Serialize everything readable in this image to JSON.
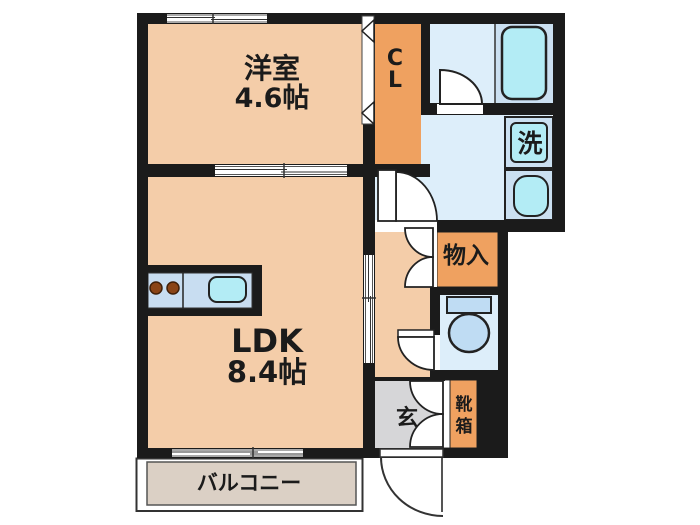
{
  "title": "1LDK apartment floor plan",
  "colors": {
    "room_peach": "#f4cda9",
    "cabinet_orange": "#efa160",
    "wet_blue": "#ddeefa",
    "fixture_blue": "#cbe0f1",
    "fixture_cyan": "#b3ecf5",
    "toilet_blue": "#bfdcf3",
    "entrance_gray": "#d6d6d8",
    "balcony_tan": "#dbd0c5",
    "counter_blue": "#c8ddf1",
    "burner_brown": "#8a4417",
    "wall_black": "#1b1b1b"
  },
  "labels": {
    "western_room_name": "洋室",
    "western_room_size": "4.6帖",
    "closet_line1": "C",
    "closet_line2": "L",
    "washer": "洗",
    "storage": "物入",
    "ldk_name": "LDK",
    "ldk_size": "8.4帖",
    "entrance": "玄",
    "shoe_box_line1": "靴",
    "shoe_box_line2": "箱",
    "balcony": "バルコニー"
  }
}
